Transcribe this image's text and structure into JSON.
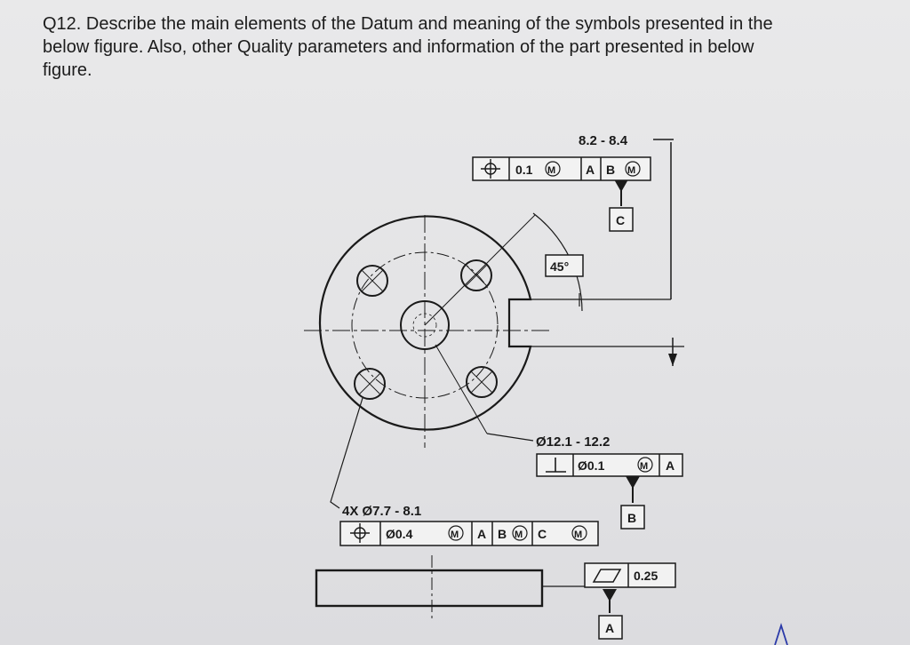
{
  "question": {
    "line1": "Q12. Describe the main elements of the Datum and meaning of the symbols presented in the",
    "line2": "below figure. Also, other Quality parameters and information of the part presented in below",
    "line3": "figure."
  },
  "drawing": {
    "top_size": "8.2 - 8.4",
    "top_fcf": {
      "symbol": "position-icon",
      "tolerance": "0.1",
      "modifier": "M",
      "datum_a": "A",
      "datum_b": "B",
      "datum_b_mod": "M"
    },
    "datum_c": "C",
    "angle": "45°",
    "bore_size": "Ø12.1 - 12.2",
    "perp_fcf": {
      "symbol": "perpendicularity-icon",
      "tolerance": "Ø0.1",
      "modifier": "M",
      "datum": "A"
    },
    "datum_b": "B",
    "holes_size": "4X Ø7.7 - 8.1",
    "holes_fcf": {
      "symbol": "position-icon",
      "tolerance": "Ø0.4",
      "modifier": "M",
      "datum_a": "A",
      "datum_b": "B",
      "datum_b_mod": "M",
      "datum_c": "C",
      "datum_c_mod": "M"
    },
    "flat_fcf": {
      "symbol": "flatness-icon",
      "tolerance": "0.25"
    },
    "datum_a": "A"
  }
}
